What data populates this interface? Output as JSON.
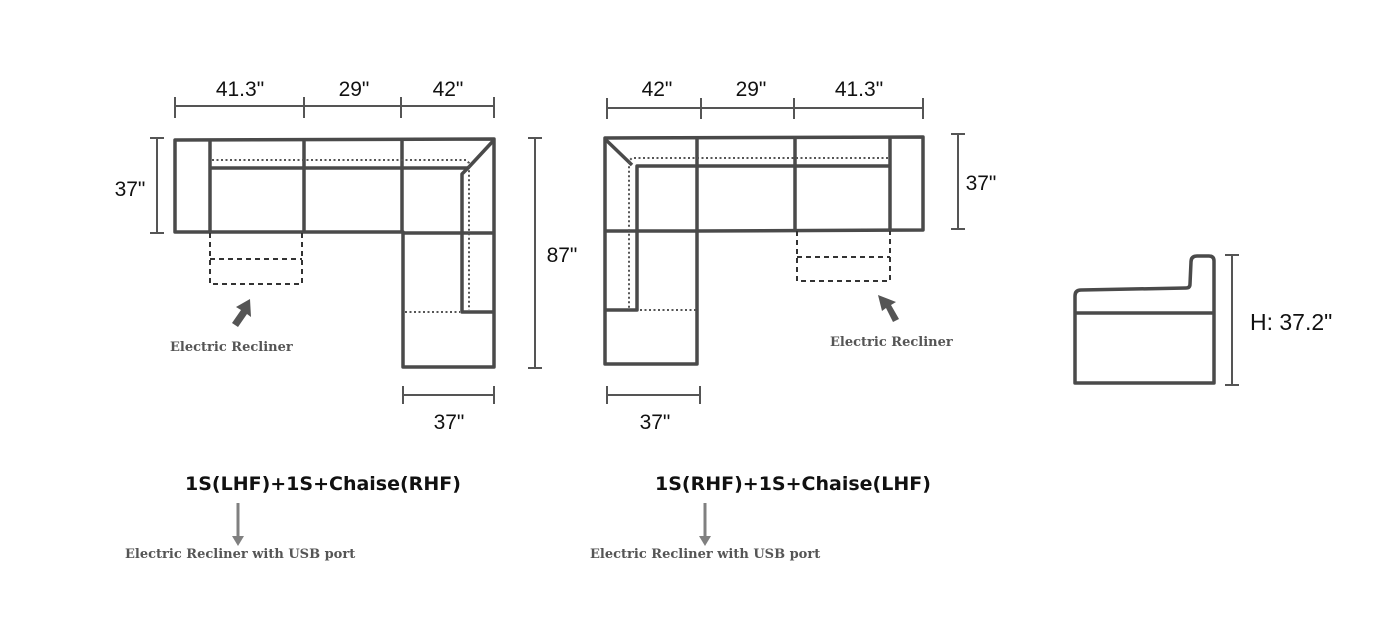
{
  "left_config": {
    "title": "1S(LHF)+1S+Chaise(RHF)",
    "top_dims": [
      "41.3\"",
      "29\"",
      "42\""
    ],
    "depth_dim": "37\"",
    "length_dim": "87\"",
    "chaise_width_dim": "37\"",
    "recliner_label": "Electric Recliner",
    "usb_label": "Electric Recliner with USB port"
  },
  "right_config": {
    "title": "1S(RHF)+1S+Chaise(LHF)",
    "top_dims": [
      "42\"",
      "29\"",
      "41.3\""
    ],
    "depth_dim": "37\"",
    "chaise_width_dim": "37\"",
    "recliner_label": "Electric Recliner",
    "usb_label": "Electric Recliner with USB port"
  },
  "side_view": {
    "height_label": "H: 37.2\""
  },
  "colors": {
    "line": "#4a4a4a",
    "arrow": "#808080"
  }
}
